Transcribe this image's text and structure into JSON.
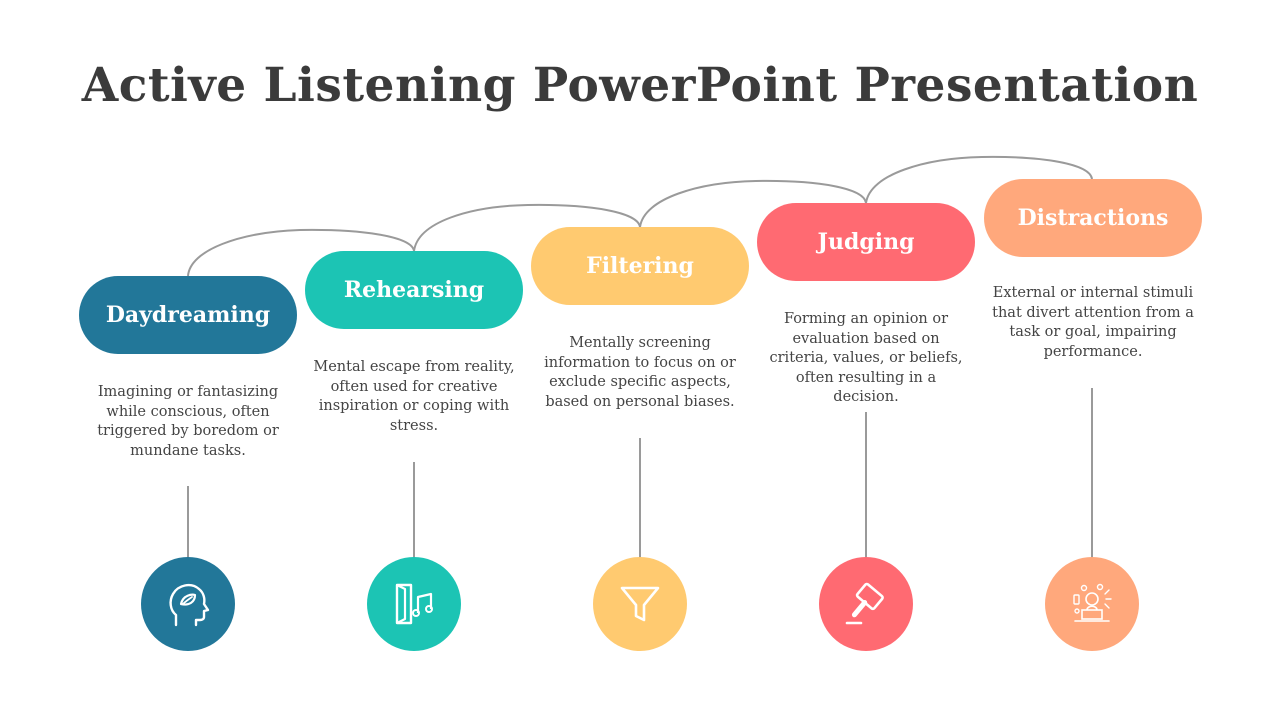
{
  "title": "Active Listening PowerPoint Presentation",
  "steps": [
    {
      "label": "Daydreaming",
      "description": "Imagining or fantasizing while conscious, often triggered by boredom or mundane tasks.",
      "color": "#227799",
      "icon": "head-leaf-icon"
    },
    {
      "label": "Rehearsing",
      "description": "Mental escape from reality, often used for creative inspiration or coping with stress.",
      "color": "#1cc4b4",
      "icon": "music-door-icon"
    },
    {
      "label": "Filtering",
      "description": "Mentally screening information to focus on or exclude specific aspects, based on personal biases.",
      "color": "#ffca70",
      "icon": "funnel-icon"
    },
    {
      "label": "Judging",
      "description": "Forming an opinion or evaluation based on criteria, values, or beliefs, often resulting in a decision.",
      "color": "#ff6a72",
      "icon": "gavel-icon"
    },
    {
      "label": "Distractions",
      "description": "External or internal stimuli that divert attention from a task or goal, impairing performance.",
      "color": "#ffa87c",
      "icon": "distraction-icon"
    }
  ]
}
